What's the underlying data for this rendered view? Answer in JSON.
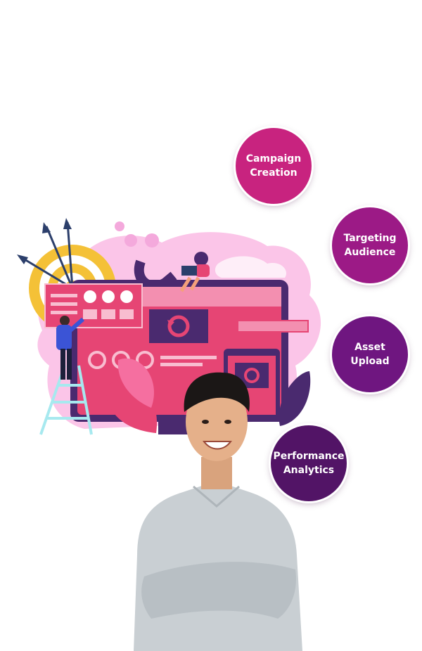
{
  "bubbles": [
    {
      "label": "Campaign\nCreation",
      "color": "#c8237f"
    },
    {
      "label": "Targeting\nAudience",
      "color": "#9c1a86"
    },
    {
      "label": "Asset\nUpload",
      "color": "#6f1680"
    },
    {
      "label": "Performance\nAnalytics",
      "color": "#521466"
    }
  ],
  "illustration": {
    "icons": [
      "target-icon",
      "magnet-icon",
      "monitor-icon",
      "tablet-icon",
      "refresh-icon",
      "ladder-icon",
      "leaf-icon"
    ]
  },
  "person": {
    "description_icon": "smiling-man-photo"
  }
}
